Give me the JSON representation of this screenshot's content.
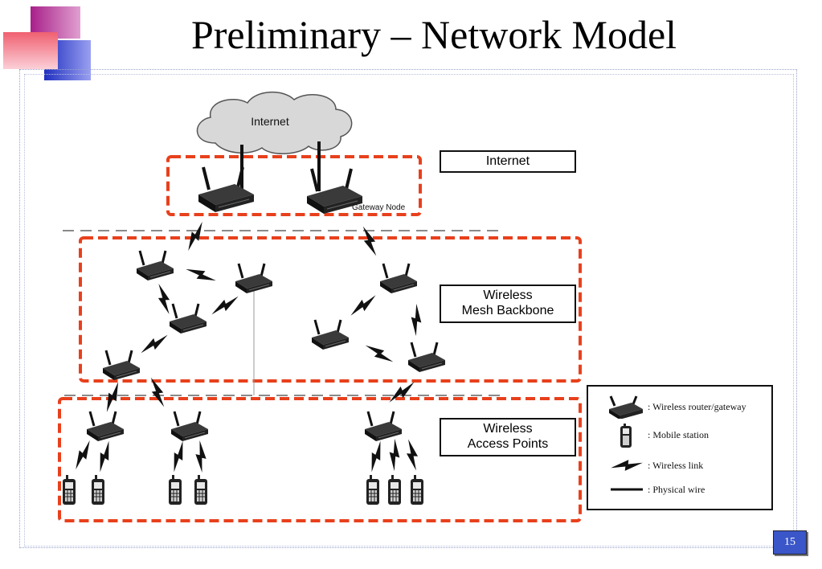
{
  "slide": {
    "title": "Preliminary – Network Model",
    "page_number": "15"
  },
  "diagram": {
    "cloud_label": "Internet",
    "gateway_caption": "Gateway Node",
    "tiers": [
      {
        "name": "internet",
        "label": "Internet"
      },
      {
        "name": "mesh",
        "label_line1": "Wireless",
        "label_line2": "Mesh Backbone"
      },
      {
        "name": "access",
        "label_line1": "Wireless",
        "label_line2": "Access Points"
      }
    ]
  },
  "legend": {
    "items": [
      {
        "icon": "router-icon",
        "text": ": Wireless router/gateway"
      },
      {
        "icon": "mobile-station-icon",
        "text": ": Mobile station"
      },
      {
        "icon": "wireless-link-icon",
        "text": ": Wireless link"
      },
      {
        "icon": "physical-wire-icon",
        "text": ": Physical wire"
      }
    ]
  },
  "colors": {
    "tier_border": "#e8401c",
    "deco_magenta": "#b0208a",
    "deco_blue": "#2230c8",
    "deco_pink": "#f07080",
    "page_number_bg": "#3a56c8"
  }
}
